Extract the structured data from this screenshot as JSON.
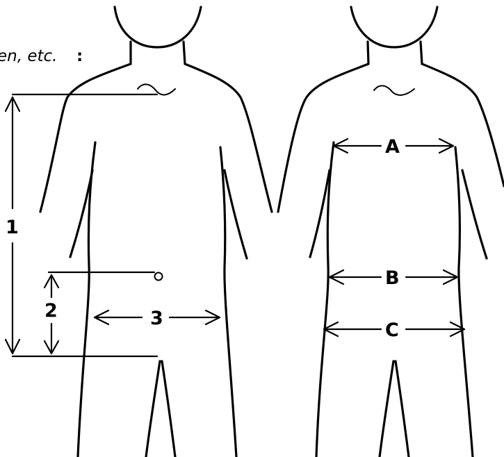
{
  "header": {
    "text": "en, etc.",
    "colon": ":"
  },
  "figures": {
    "left": {
      "labels": {
        "one": "1",
        "two": "2",
        "three": "3"
      }
    },
    "right": {
      "labels": {
        "a": "A",
        "b": "B",
        "c": "C"
      }
    }
  },
  "colors": {
    "line": "#000000",
    "background": "#ffffff"
  }
}
